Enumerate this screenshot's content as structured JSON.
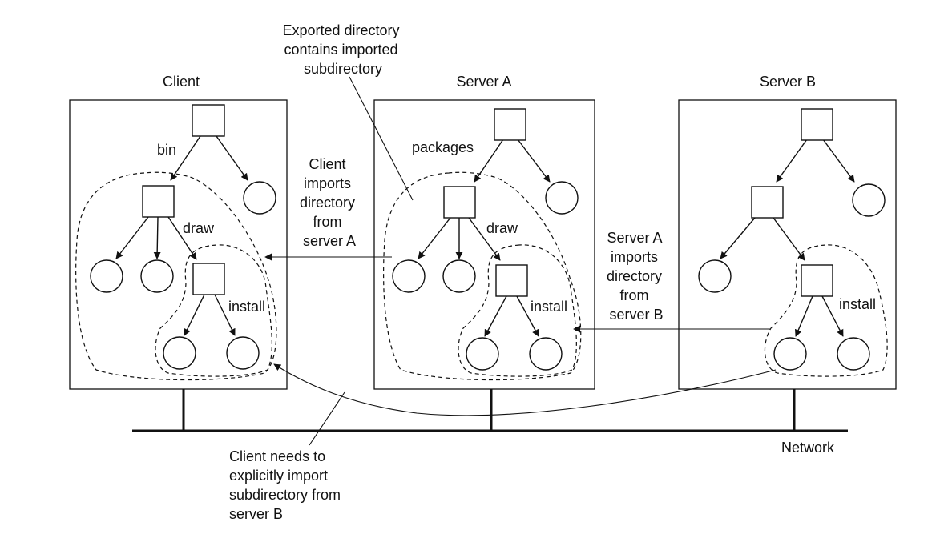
{
  "machines": {
    "client": "Client",
    "server_a": "Server A",
    "server_b": "Server B"
  },
  "edge_labels": {
    "client_bin": "bin",
    "client_draw": "draw",
    "client_install": "install",
    "a_packages": "packages",
    "a_draw": "draw",
    "a_install": "install",
    "b_install": "install"
  },
  "annotations": {
    "exported": [
      "Exported directory",
      "contains imported",
      "subdirectory"
    ],
    "client_imports": [
      "Client",
      "imports",
      "directory",
      "from",
      "server A"
    ],
    "server_a_imports": [
      "Server A",
      "imports",
      "directory",
      "from",
      "server B"
    ],
    "client_needs": [
      "Client needs to",
      "explicitly import",
      "subdirectory from",
      "server B"
    ],
    "network": "Network"
  }
}
